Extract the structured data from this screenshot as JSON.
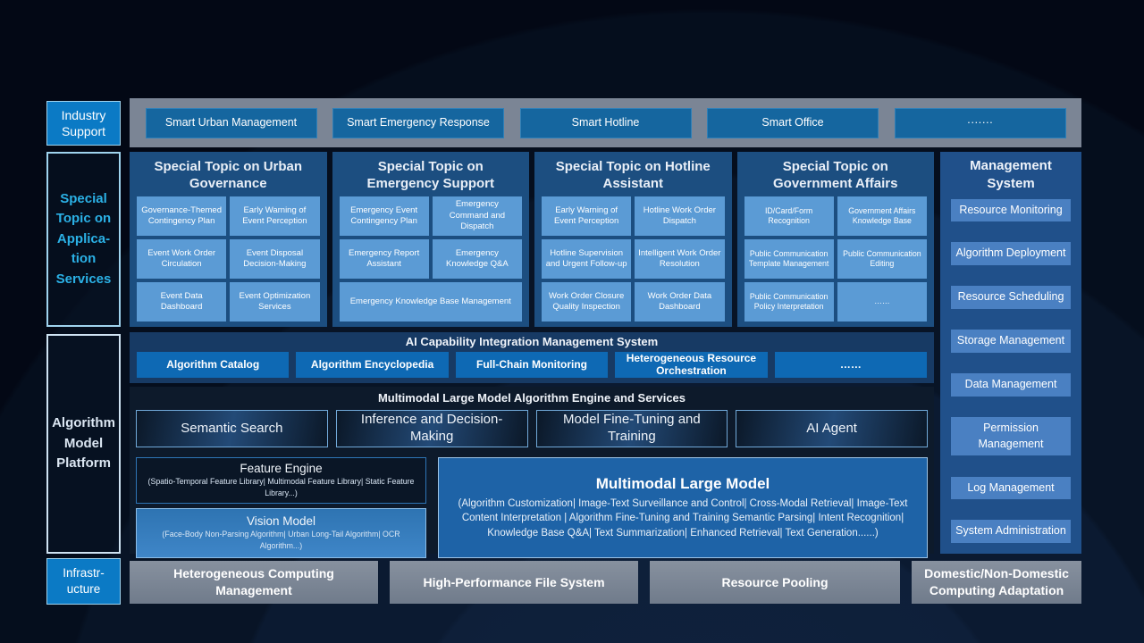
{
  "industry_row": {
    "label": "Industry Support",
    "items": [
      "Smart Urban Management",
      "Smart Emergency Response",
      "Smart Hotline",
      "Smart Office",
      "·······"
    ]
  },
  "special_topics": {
    "label": "Special Topic on Applica-tion Services",
    "columns": [
      {
        "title": "Special Topic on Urban Governance",
        "cells": [
          "Governance-Themed Contingency Plan",
          "Early Warning of Event Perception",
          "Event Work Order Circulation",
          "Event Disposal Decision-Making",
          "Event Data Dashboard",
          "Event Optimization Services"
        ]
      },
      {
        "title": "Special Topic on Emergency Support",
        "cells": [
          "Emergency Event Contingency Plan",
          "Emergency Command and Dispatch",
          "Emergency Report Assistant",
          "Emergency Knowledge Q&A"
        ],
        "wide_cell": "Emergency Knowledge Base Management"
      },
      {
        "title": "Special Topic on Hotline Assistant",
        "cells": [
          "Early Warning of Event Perception",
          "Hotline Work Order Dispatch",
          "Hotline Supervision and Urgent Follow-up",
          "Intelligent Work Order Resolution",
          "Work Order Closure Quality Inspection",
          "Work Order Data Dashboard"
        ]
      },
      {
        "title": "Special Topic on Government Affairs",
        "cells": [
          "ID/Card/Form Recognition",
          "Government Affairs Knowledge Base",
          "Public Communication Template Management",
          "Public Communication Editing",
          "Public Communication Policy Interpretation",
          "……"
        ]
      }
    ]
  },
  "management_system": {
    "title": "Management System",
    "items": [
      "Resource Monitoring",
      "Algorithm Deployment",
      "Resource Scheduling",
      "Storage Management",
      "Data Management",
      "Permission Management",
      "Log Management",
      "System Administration"
    ]
  },
  "algorithm_platform": {
    "label": "Algorithm Model Platform",
    "ai_capability": {
      "title": "AI Capability Integration Management System",
      "items": [
        "Algorithm Catalog",
        "Algorithm Encyclopedia",
        "Full-Chain Monitoring",
        "Heterogeneous Resource Orchestration",
        "……"
      ]
    },
    "engine": {
      "title": "Multimodal Large Model Algorithm Engine and Services",
      "services": [
        "Semantic Search",
        "Inference and Decision-Making",
        "Model Fine-Tuning and Training",
        "AI Agent"
      ],
      "feature_engine": {
        "title": "Feature Engine",
        "subtitle": "(Spatio-Temporal Feature Library| Multimodal Feature Library| Static Feature Library...)"
      },
      "vision_model": {
        "title": "Vision Model",
        "subtitle": "(Face-Body Non-Parsing Algorithm| Urban Long-Tail Algorithm| OCR Algorithm...)"
      },
      "large_model": {
        "title": "Multimodal Large Model",
        "subtitle": "(Algorithm Customization| Image-Text Surveillance and Control| Cross-Modal Retrieval| Image-Text Content Interpretation | Algorithm Fine-Tuning and Training Semantic Parsing| Intent Recognition| Knowledge Base Q&A| Text Summarization| Enhanced Retrieval| Text Generation......)"
      }
    }
  },
  "infrastructure": {
    "label": "Infrastr-ucture",
    "items": [
      "Heterogeneous Computing Management",
      "High-Performance File System",
      "Resource Pooling",
      "Domestic/Non-Domestic Computing Adaptation"
    ]
  },
  "colors": {
    "accent_blue": "#0b7ac5",
    "cell_blue": "#5b9bd5",
    "column_blue": "#1c4e80",
    "strip_gray": "#7b8595",
    "cyan_label": "#2bb1e6"
  }
}
